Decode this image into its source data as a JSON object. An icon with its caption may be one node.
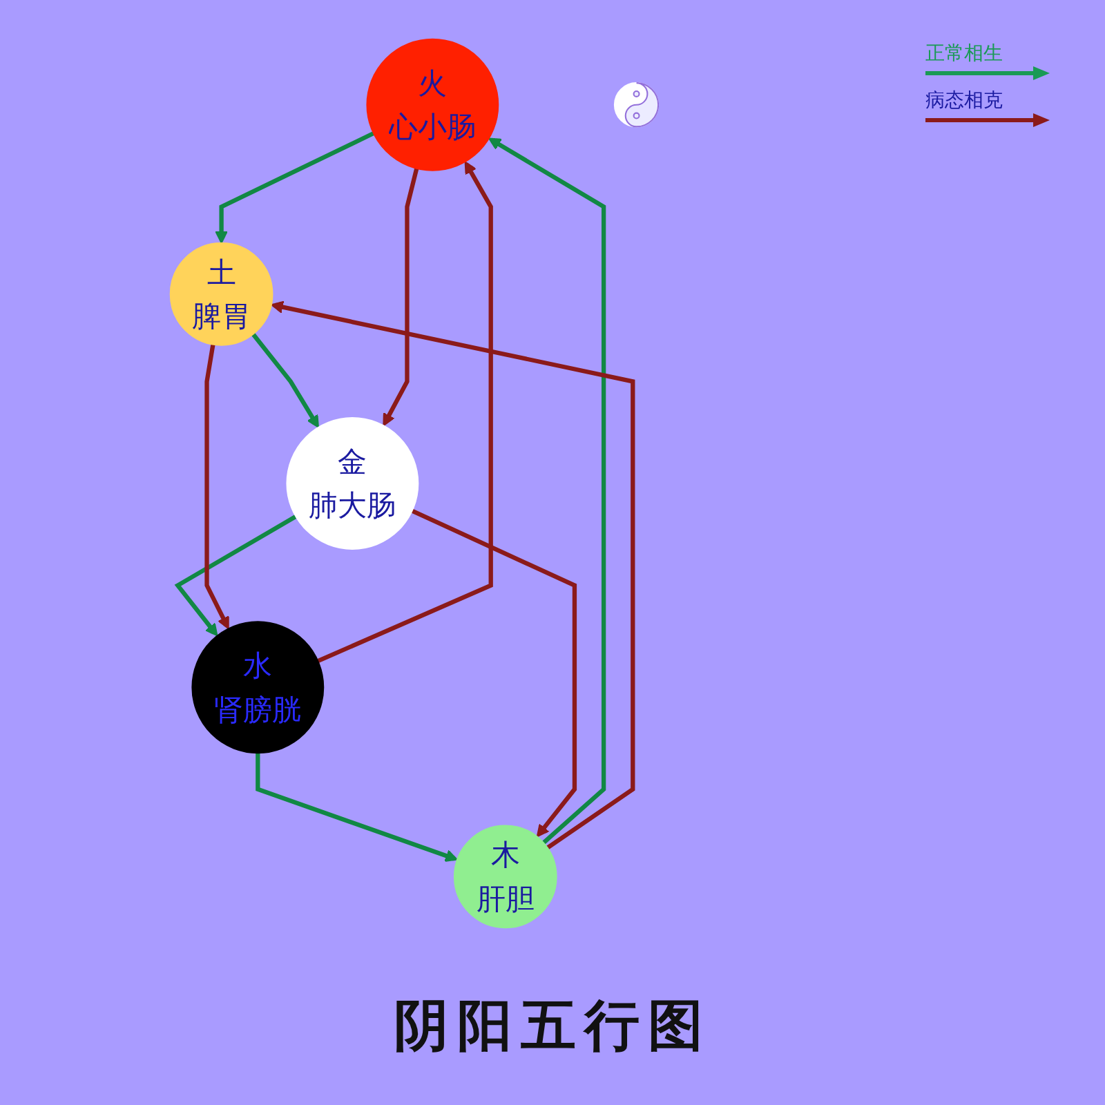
{
  "diagram": {
    "title": "阴阳五行图",
    "nodes": [
      {
        "text": [
          "火",
          "心小肠"
        ]
      },
      {
        "text": [
          "木",
          "肝胆"
        ]
      },
      {
        "text": [
          "土",
          "脾胃"
        ]
      },
      {
        "text": [],
        "shape": "picture"
      },
      {
        "text": [
          "水",
          "肾膀胱"
        ]
      },
      {
        "text": [
          "金",
          "肺大肠"
        ]
      }
    ],
    "edges": [
      {
        "from": 1,
        "to": 0,
        "arrow": "to",
        "color": "#118844"
      },
      {
        "from": 0,
        "to": 2,
        "arrow": "to",
        "color": "#118844"
      },
      {
        "from": 2,
        "to": 5,
        "arrow": "to",
        "color": "#118844"
      },
      {
        "from": 5,
        "to": 4,
        "arrow": "to",
        "color": "#118844"
      },
      {
        "from": 4,
        "to": 1,
        "arrow": "to",
        "color": "#118844"
      },
      {
        "from": 1,
        "to": 2,
        "arrow": "to",
        "color": "#8b1a1a"
      },
      {
        "from": 2,
        "to": 4,
        "arrow": "to",
        "color": "#8b1a1a"
      },
      {
        "from": 4,
        "to": 0,
        "arrow": "to",
        "color": "#8b1a1a"
      },
      {
        "from": 0,
        "to": 5,
        "arrow": "to",
        "color": "#8b1a1a"
      },
      {
        "from": 5,
        "to": 1,
        "arrow": "to",
        "color": "#8b1a1a"
      }
    ],
    "legend": [
      {
        "text": "正常相生"
      },
      {
        "text": "病态相克"
      }
    ]
  }
}
